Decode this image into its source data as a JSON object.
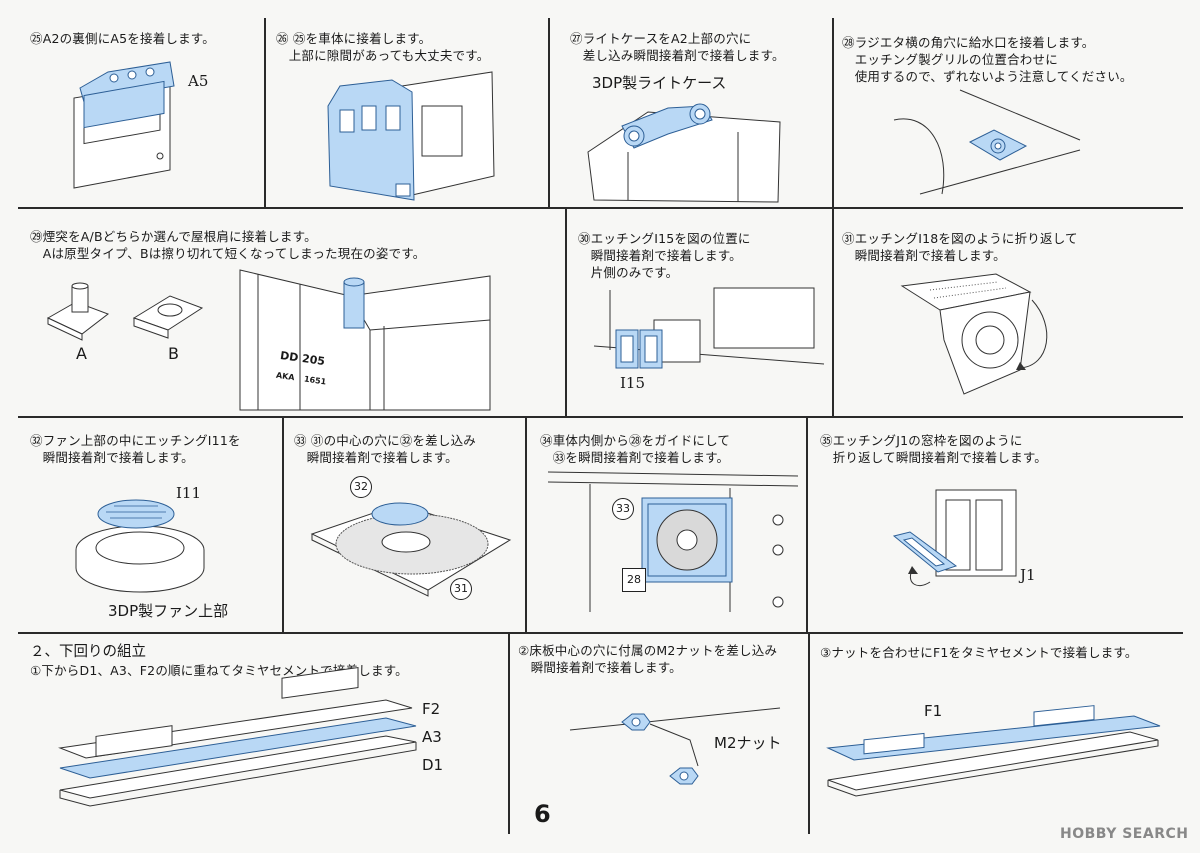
{
  "steps": [
    {
      "id": "s25",
      "text": "㉕A2の裏側にA5を接着します。",
      "label": "A5"
    },
    {
      "id": "s26",
      "text": "㉖ ㉕を車体に接着します。\n　上部に隙間があっても大丈夫です。"
    },
    {
      "id": "s27",
      "text": "㉗ライトケースをA2上部の穴に\n　差し込み瞬間接着剤で接着します。",
      "label": "3DP製ライトケース"
    },
    {
      "id": "s28",
      "text": "㉘ラジエタ横の角穴に給水口を接着します。\n　エッチング製グリルの位置合わせに\n　使用するので、ずれないよう注意してください。"
    },
    {
      "id": "s29",
      "text": "㉙煙突をA/Bどちらか選んで屋根肩に接着します。\n　Aは原型タイプ、Bは擦り切れて短くなってしまった現在の姿です。",
      "labelA": "A",
      "labelB": "B",
      "bodyText1": "DD 205",
      "bodyText2": "AKA",
      "bodyText3": "1651"
    },
    {
      "id": "s30",
      "text": "㉚エッチングI15を図の位置に\n　瞬間接着剤で接着します。\n　片側のみです。",
      "label": "I15"
    },
    {
      "id": "s31",
      "text": "㉛エッチングI18を図のように折り返して\n　瞬間接着剤で接着します。"
    },
    {
      "id": "s32",
      "text": "㉜ファン上部の中にエッチングI11を\n　瞬間接着剤で接着します。",
      "label": "I11",
      "label2": "3DP製ファン上部"
    },
    {
      "id": "s33",
      "text": "㉝ ㉛の中心の穴に㉜を差し込み\n　瞬間接着剤で接着します。",
      "mark1": "32",
      "mark2": "31"
    },
    {
      "id": "s34",
      "text": "㉞車体内側から㉘をガイドにして\n　㉝を瞬間接着剤で接着します。",
      "mark1": "33",
      "mark2": "28"
    },
    {
      "id": "s35",
      "text": "㉟エッチングJ1の窓枠を図のように\n　折り返して瞬間接着剤で接着します。",
      "label": "J1"
    }
  ],
  "section2": {
    "title": "２、下回りの組立",
    "step1": "①下からD1、A3、F2の順に重ねてタミヤセメントで接着します。",
    "labelF2": "F2",
    "labelA3": "A3",
    "labelD1": "D1",
    "step2": "②床板中心の穴に付属のM2ナットを差し込み\n　瞬間接着剤で接着します。",
    "labelNut": "M2ナット",
    "step3": "③ナットを合わせにF1をタミヤセメントで接着します。",
    "labelF1": "F1"
  },
  "page_number": "6",
  "watermark": "HOBBY SEARCH",
  "colors": {
    "part_fill": "#b9d8f5",
    "part_stroke": "#2d5f96",
    "line": "#2a2a2a"
  }
}
